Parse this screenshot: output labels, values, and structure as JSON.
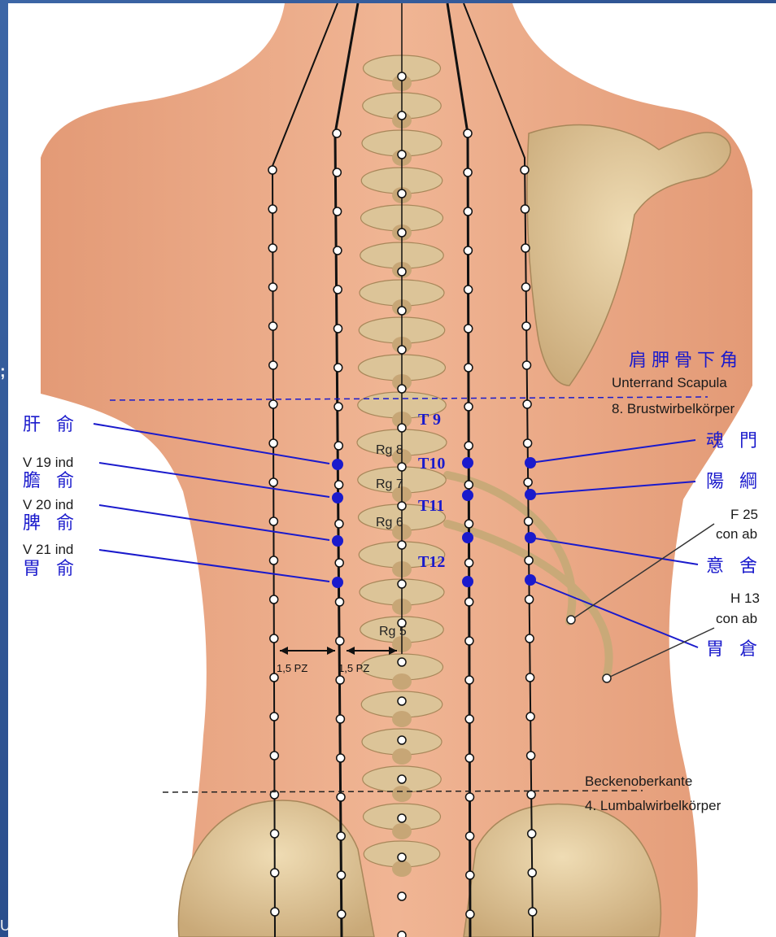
{
  "labels": {
    "scapula_cn": "肩胛骨下角",
    "scapula_de": "Unterrand Scapula",
    "thoracic8": "8. Brustwirbelkörper",
    "iliac_de": "Beckenoberkante",
    "lumbar4": "4. Lumbalwirbelkörper",
    "gan_shu": "肝 俞",
    "v19": "V 19 ind",
    "dan_shu": "膽 俞",
    "v20": "V 20 ind",
    "pi_shu": "脾 俞",
    "v21": "V 21 ind",
    "wei_shu": "胃 俞",
    "hun_men": "魂 門",
    "yang_gang": "陽 綱",
    "f25": "F 25",
    "f25_sub": "con ab",
    "yi_she": "意 舍",
    "h13": "H 13",
    "h13_sub": "con ab",
    "wei_cang": "胃 倉",
    "t9": "T 9",
    "t10": "T10",
    "t11": "T11",
    "t12": "T12",
    "rg8": "Rg 8",
    "rg7": "Rg 7",
    "rg6": "Rg 6",
    "rg5": "Rg 5",
    "pz_left": "1,5 PZ",
    "pz_right": "1,5 PZ"
  },
  "corner_text": "U",
  "side_glyph": ";",
  "colors": {
    "skin": "#e8a784",
    "bone": "#dcc498",
    "acupoint_blue": "#1a1acc",
    "meridian_line": "#111111",
    "slide_background": "#2f5590"
  }
}
